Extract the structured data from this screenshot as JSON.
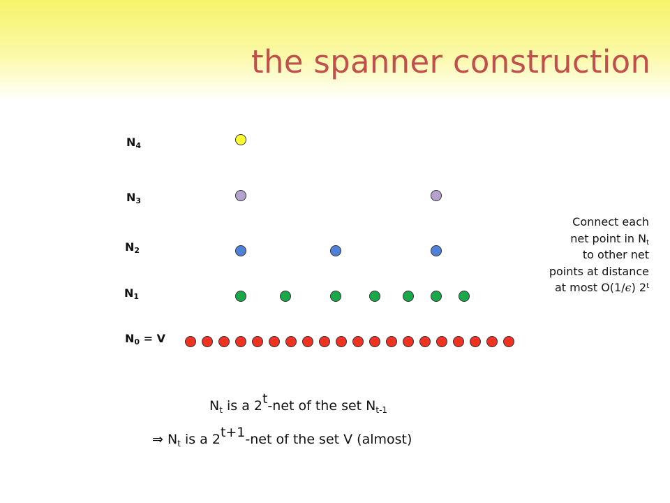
{
  "title": "the spanner construction",
  "levels": [
    {
      "label": "N",
      "sub": "4",
      "suffix": "",
      "color": "#ffff33",
      "points": 1
    },
    {
      "label": "N",
      "sub": "3",
      "suffix": "",
      "color": "#b4a3cf",
      "points": 2
    },
    {
      "label": "N",
      "sub": "2",
      "suffix": "",
      "color": "#4f81d8",
      "points": 3
    },
    {
      "label": "N",
      "sub": "1",
      "suffix": "",
      "color": "#1aa84a",
      "points": 7
    },
    {
      "label": "N",
      "sub": "0",
      "suffix": " = V",
      "color": "#ee3322",
      "points": 20
    }
  ],
  "note": {
    "line1": "Connect each",
    "line2_pre": "net point in N",
    "line2_sub": "t",
    "line3": "to other net",
    "line4": "points at distance",
    "line5_pre": "at most O(1/",
    "line5_eps": "ϵ",
    "line5_mid": ") 2",
    "line5_sup": "t"
  },
  "statement1": {
    "p1": "N",
    "s1": "t",
    "p2": " is a 2",
    "sup": "t",
    "p3": "-net of the set N",
    "s2": "t-1"
  },
  "statement2": {
    "arrow": "⇒",
    "p1": " N",
    "s1": "t",
    "p2": " is a 2",
    "sup": "t+1",
    "p3": "-net of the set V (almost)"
  }
}
